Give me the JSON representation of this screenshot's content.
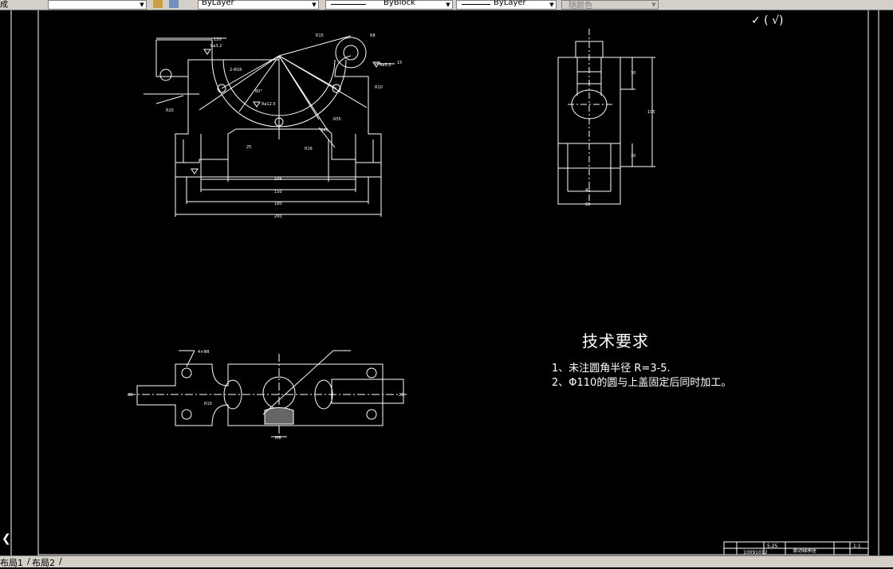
{
  "toolbar": {
    "left_partial": "成",
    "layer_combo": "ByLayer",
    "linetype_combo": "ByBlock",
    "lineweight_combo": "ByLayer",
    "color_combo": "随颜色"
  },
  "layout_tabs": [
    "布局1",
    "布局2"
  ],
  "drawing": {
    "roughness_symbol": "✓ ( √)",
    "tech_title": "技术要求",
    "tech_req_1": "1、未注圆角半径 R=3-5.",
    "tech_req_2": "2、Φ110的圆与上盖固定后同时加工。",
    "title_block": {
      "scale": "1:1",
      "part_name": "滑动轴承座",
      "drawing_no": "10091012",
      "weight": "5.25"
    },
    "dims_front": [
      "120",
      "Ra3.2",
      "R15",
      "R8",
      "Ra3.2",
      "15",
      "R10",
      "R20",
      "R55",
      "R45",
      "R16",
      "25",
      "106",
      "150",
      "180",
      "200",
      "60°",
      "Ra12.5",
      "2-Φ16"
    ],
    "dims_side": [
      "30",
      "105",
      "30",
      "40",
      "60"
    ],
    "dims_top": [
      "4×Φ8",
      "R10",
      "30",
      "25",
      "M8"
    ]
  },
  "colors": {
    "background": "#000000",
    "lines": "#ffffff",
    "toolbar": "#d4d0c8"
  }
}
